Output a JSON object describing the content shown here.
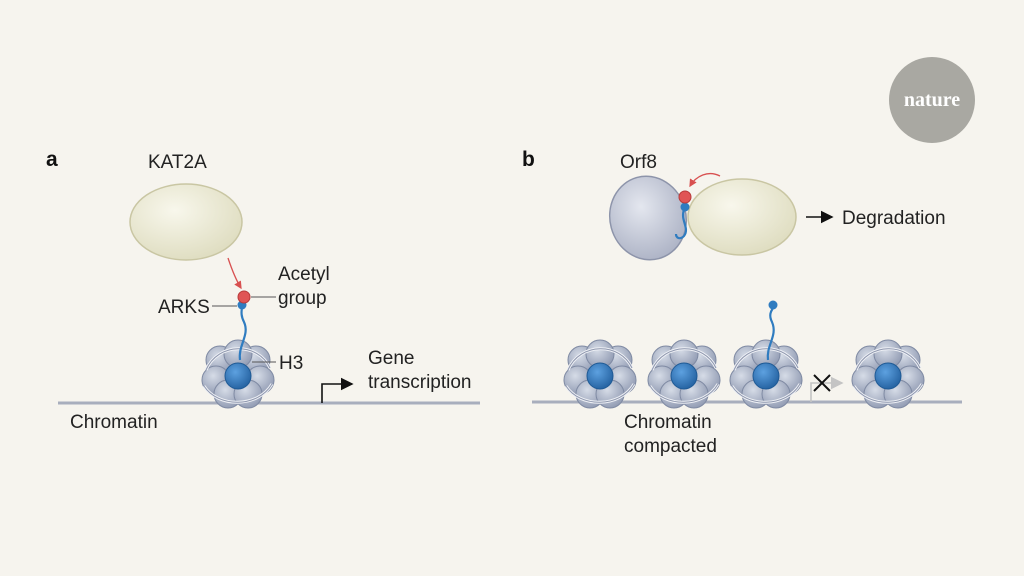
{
  "panel_a": {
    "letter": "a",
    "enzyme": "KAT2A",
    "acetyl_line1": "Acetyl",
    "acetyl_line2": "group",
    "motif": "ARKS",
    "histone": "H3",
    "gene_line1": "Gene",
    "gene_line2": "transcription",
    "chromatin": "Chromatin"
  },
  "panel_b": {
    "letter": "b",
    "protein": "Orf8",
    "degradation": "Degradation",
    "chromatin_line1": "Chromatin",
    "chromatin_line2": "compacted"
  },
  "logo": {
    "text": "nature"
  },
  "colors": {
    "background": "#f6f4ee",
    "enzyme_fill": "#ebe9d2",
    "orf8_fill": "#c8ccd8",
    "nucleosome": "#b4bccd",
    "h3_core": "#3b7fc4",
    "acetyl": "#e05555",
    "tail": "#2f7cc0",
    "dna": "#a8aebd"
  },
  "icons": [
    "nucleosome-icon",
    "arrow-right-icon",
    "blocked-transcription-icon",
    "logo-badge"
  ]
}
